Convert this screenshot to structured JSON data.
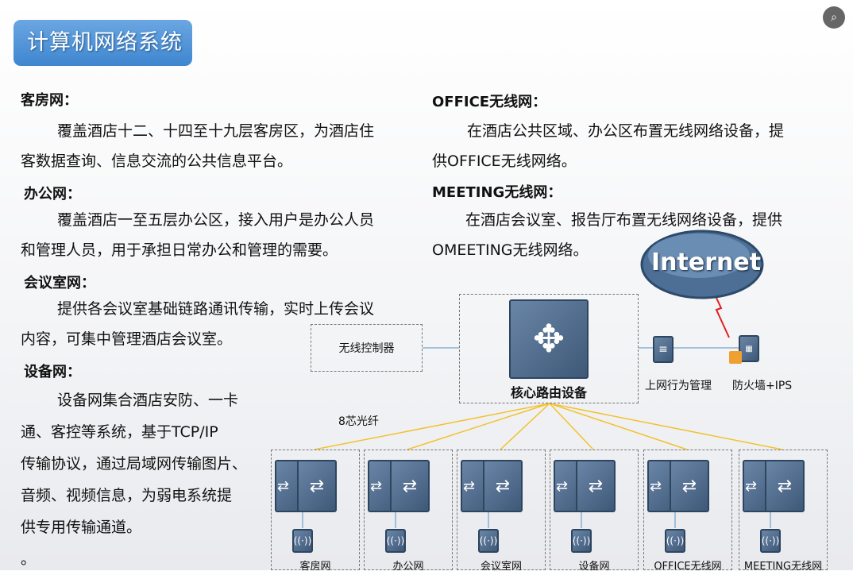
{
  "title": "计算机网络系统",
  "left": [
    {
      "heading": "客房网：",
      "lines": [
        "覆盖酒店十二、十四至十九层客房区，为酒店住",
        "客数据查询、信息交流的公共信息平台。"
      ]
    },
    {
      "heading": "办公网：",
      "lines": [
        "覆盖酒店一至五层办公区，接入用户是办公人员",
        "和管理人员，用于承担日常办公和管理的需要。"
      ]
    },
    {
      "heading": "会议室网：",
      "lines": [
        "提供各会议室基础链路通讯传输，实时上传会议",
        "内容，可集中管理酒店会议室。"
      ]
    },
    {
      "heading": "设备网：",
      "lines": [
        "设备网集合酒店安防、一卡",
        "通、客控等系统，基于TCP/IP",
        "传输协议，通过局域网传输图片、",
        "音频、视频信息，为弱电系统提",
        "供专用传输通道。",
        "。"
      ]
    }
  ],
  "right": [
    {
      "heading": "OFFICE无线网：",
      "lines": [
        "在酒店公共区域、办公区布置无线网络设备，提",
        "供OFFICE无线网络。"
      ]
    },
    {
      "heading": "MEETING无线网：",
      "lines": [
        "在酒店会议室、报告厅布置无线网络设备，提供",
        "OMEETING无线网络。"
      ]
    }
  ],
  "diagram": {
    "internet": "Internet",
    "wireless_controller": "无线控制器",
    "core": "核心路由设备",
    "behavior": "上网行为管理",
    "firewall": "防火墙+IPS",
    "fiber": "8芯光纤",
    "groups": [
      "客房网",
      "办公网",
      "会议室网",
      "设备网",
      "OFFICE无线网",
      "MEETING无线网"
    ]
  },
  "colors": {
    "accent": "#4a8fd6",
    "fiber": "#f2c230",
    "link": "#5a8fc0"
  }
}
